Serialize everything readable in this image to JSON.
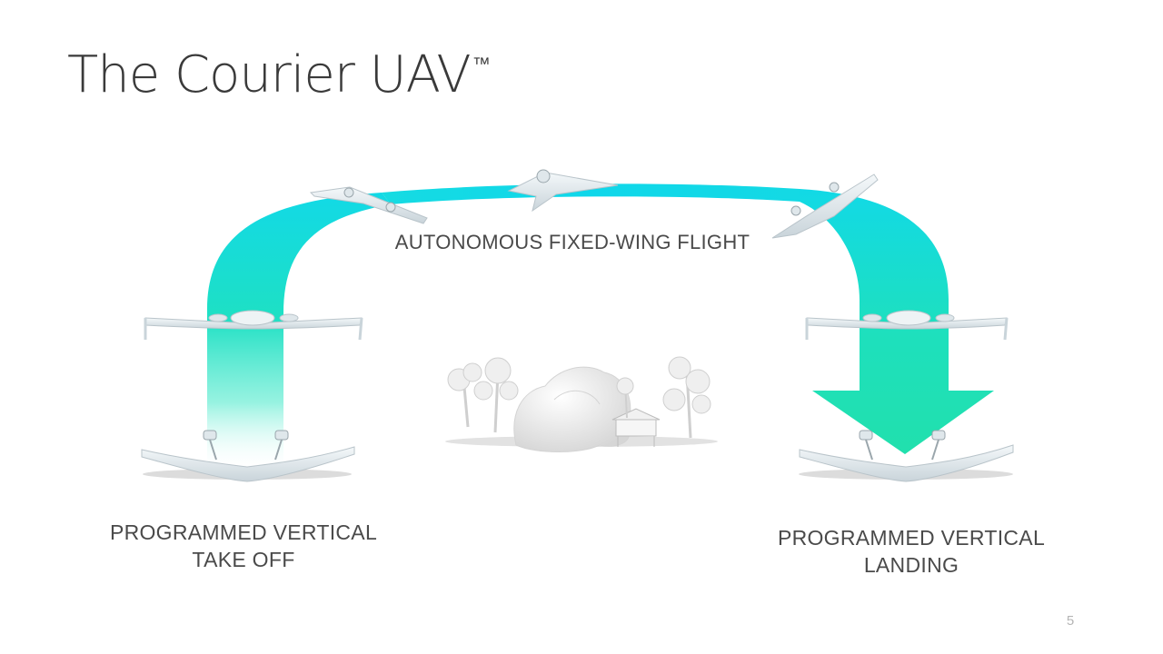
{
  "slide": {
    "title": "The Courier UAV",
    "trademark": "™",
    "page_number": "5"
  },
  "labels": {
    "flight": "AUTONOMOUS FIXED-WING FLIGHT",
    "takeoff_line1": "PROGRAMMED VERTICAL",
    "takeoff_line2": "TAKE OFF",
    "landing_line1": "PROGRAMMED VERTICAL",
    "landing_line2": "LANDING"
  },
  "colors": {
    "arc_cyan": "#12d9e6",
    "arc_green": "#1ee0b4",
    "drone_body": "#e6eef2",
    "drone_shadow": "#b9c4ca",
    "scenery": "#ececec",
    "title_text": "#3a3a3a",
    "label_text": "#4a4a4a"
  },
  "icons": {
    "drone": "fixed-wing-vtol-drone",
    "scenery": "trees-rocks-hut"
  }
}
